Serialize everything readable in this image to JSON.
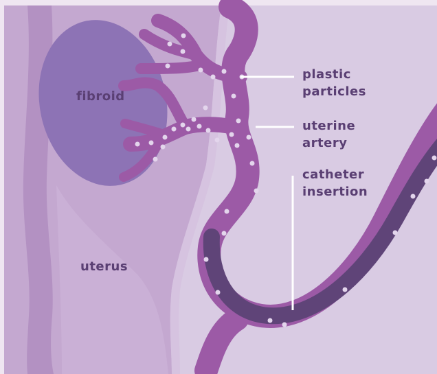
{
  "labels": {
    "fibroid": "fibroid",
    "uterus": "uterus",
    "plastic_particles": [
      "plastic",
      "particles"
    ],
    "uterine_artery": [
      "uterine",
      "artery"
    ],
    "catheter_insertion": [
      "catheter",
      "insertion"
    ]
  },
  "colors": {
    "background": "#d9cbe3",
    "uterus_tissue": "#c4a8d0",
    "uterus_wall": "#b391c2",
    "fibroid": "#8d73b5",
    "artery": "#9c5aa6",
    "catheter": "#5f4478",
    "particles": "#e3d5ec",
    "text": "#5a3f73"
  }
}
